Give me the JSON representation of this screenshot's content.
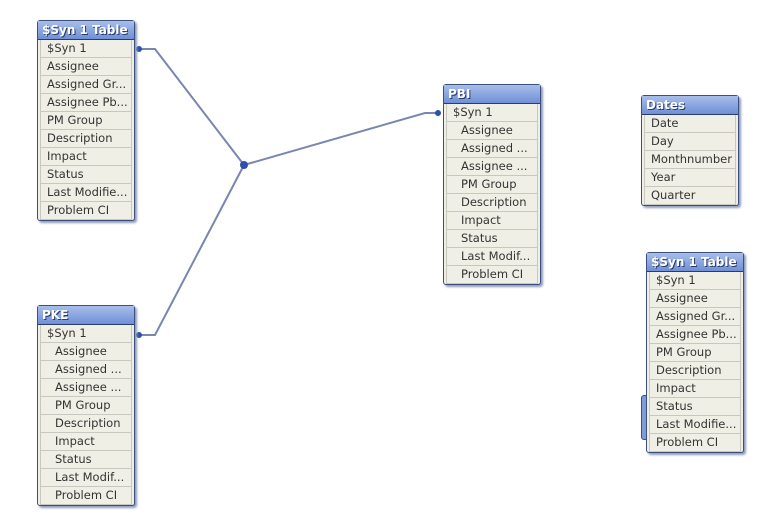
{
  "tables": [
    {
      "title": "$Syn 1 Table",
      "fields": [
        "$Syn 1",
        "Assignee",
        "Assigned Gr...",
        "Assignee Pb...",
        "PM Group",
        "Description",
        "Impact",
        "Status",
        "Last Modifie...",
        "Problem CI"
      ]
    },
    {
      "title": "PKE",
      "fields": [
        "$Syn 1",
        "Assignee",
        "Assigned ...",
        "Assignee ...",
        "PM Group",
        "Description",
        "Impact",
        "Status",
        "Last Modif...",
        "Problem CI"
      ]
    },
    {
      "title": "PBI",
      "fields": [
        "$Syn 1",
        "Assignee",
        "Assigned ...",
        "Assignee ...",
        "PM Group",
        "Description",
        "Impact",
        "Status",
        "Last Modif...",
        "Problem CI"
      ]
    },
    {
      "title": "Dates",
      "fields": [
        "Date",
        "Day",
        "Monthnumber",
        "Year",
        "Quarter"
      ]
    },
    {
      "title": "$Syn 1 Table",
      "fields": [
        "$Syn 1",
        "Assignee",
        "Assigned Gr...",
        "Assignee Pb...",
        "PM Group",
        "Description",
        "Impact",
        "Status",
        "Last Modifie...",
        "Problem CI"
      ]
    }
  ]
}
